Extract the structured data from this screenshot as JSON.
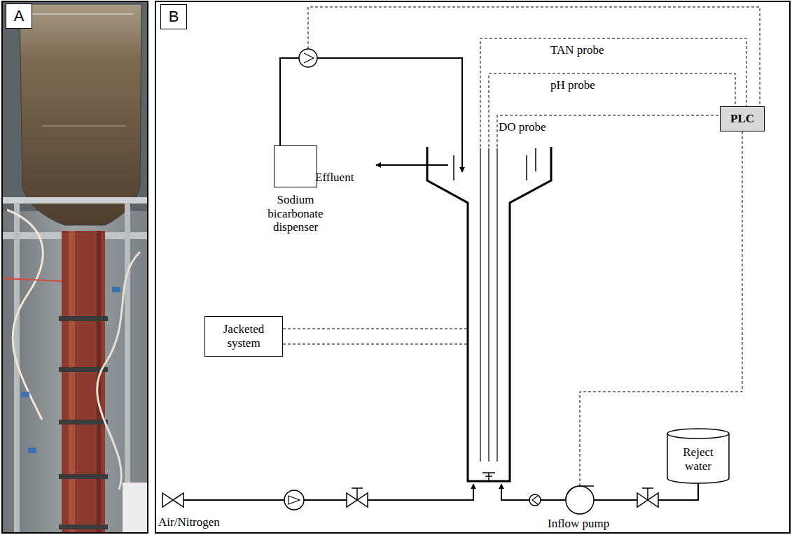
{
  "diagram": {
    "nodes": [
      {
        "text": [
          "A"
        ]
      },
      {
        "text": [
          "B"
        ]
      },
      {
        "text": [
          "Sodium bicarbonate dispenser"
        ]
      },
      {
        "text": [
          "Jacketed system"
        ]
      },
      {
        "text": [
          "PLC"
        ]
      },
      {
        "text": [
          "Reject water"
        ]
      }
    ],
    "labels": [
      "TAN probe",
      "pH probe",
      "DO probe",
      "Effluent",
      "Air/Nitrogen",
      "Inflow pump"
    ]
  }
}
